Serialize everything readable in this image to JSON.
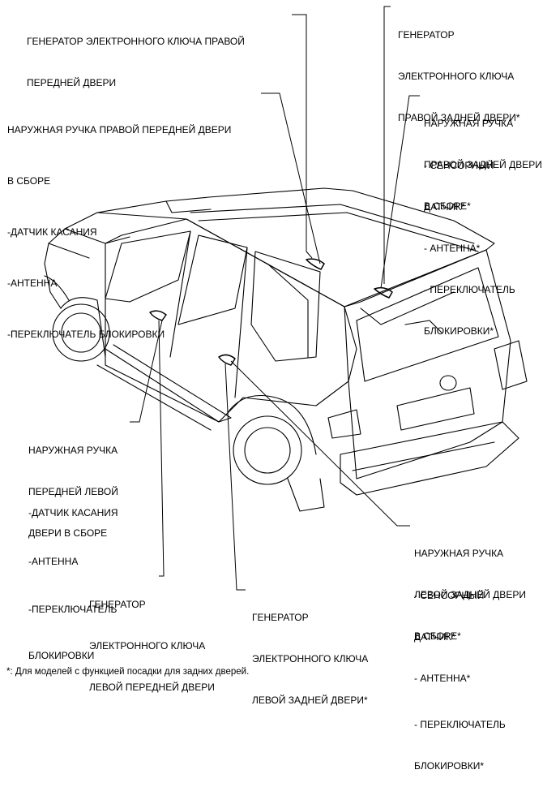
{
  "labels": {
    "gen_right_front": [
      "ГЕНЕРАТОР ЭЛЕКТРОННОГО КЛЮЧА ПРАВОЙ",
      "ПЕРЕДНЕЙ ДВЕРИ"
    ],
    "gen_right_rear": [
      "ГЕНЕРАТОР",
      "ЭЛЕКТРОННОГО КЛЮЧА",
      "ПРАВОЙ ЗАДНЕЙ ДВЕРИ*"
    ],
    "handle_right_front": [
      "НАРУЖНАЯ РУЧКА ПРАВОЙ ПЕРЕДНЕЙ ДВЕРИ",
      "В СБОРЕ",
      "-ДАТЧИК КАСАНИЯ",
      "-АНТЕННА",
      "-ПЕРЕКЛЮЧАТЕЛЬ БЛОКИРОВКИ"
    ],
    "handle_right_rear_title": [
      "НАРУЖНАЯ РУЧКА",
      "ПРАВОЙ ЗАДНЕЙ ДВЕРИ",
      "В СБОРЕ*"
    ],
    "handle_right_rear_items": [
      "- СЕНСОРНЫЙ",
      "ДАТЧИК*",
      "- АНТЕННА*",
      "- ПЕРЕКЛЮЧАТЕЛЬ",
      "БЛОКИРОВКИ*"
    ],
    "handle_left_front_title": [
      "НАРУЖНАЯ РУЧКА",
      "ПЕРЕДНЕЙ ЛЕВОЙ",
      "ДВЕРИ В СБОРЕ"
    ],
    "handle_left_front_items": [
      "-ДАТЧИК КАСАНИЯ",
      "-АНТЕННА",
      "-ПЕРЕКЛЮЧАТЕЛЬ",
      "БЛОКИРОВКИ"
    ],
    "gen_left_front": [
      "ГЕНЕРАТОР",
      "ЭЛЕКТРОННОГО КЛЮЧА",
      "ЛЕВОЙ ПЕРЕДНЕЙ ДВЕРИ"
    ],
    "gen_left_rear": [
      "ГЕНЕРАТОР",
      "ЭЛЕКТРОННОГО КЛЮЧА",
      "ЛЕВОЙ ЗАДНЕЙ ДВЕРИ*"
    ],
    "handle_left_rear_title": [
      "НАРУЖНАЯ РУЧКА",
      "ЛЕВОЙ ЗАДНЕЙ ДВЕРИ",
      "В СБОРЕ*"
    ],
    "handle_left_rear_items": [
      "- СЕНСОРНЫЙ",
      "ДАТЧИК*",
      "- АНТЕННА*",
      "- ПЕРЕКЛЮЧАТЕЛЬ",
      "БЛОКИРОВКИ*"
    ]
  },
  "footnote": "*: Для моделей с функцией посадки для задних дверей."
}
